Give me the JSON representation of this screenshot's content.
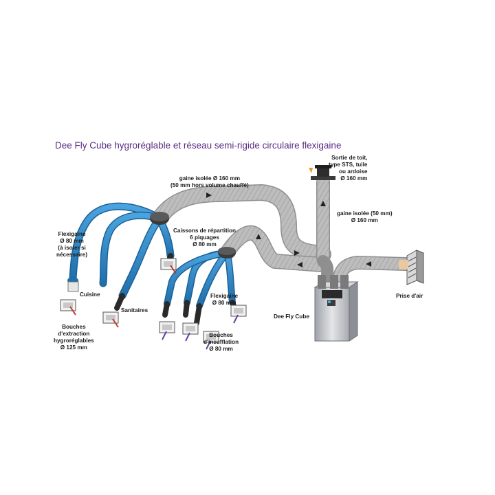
{
  "title": "Dee Fly Cube hygroréglable et réseau semi-rigide circulaire flexigaine",
  "labels": {
    "gaine_main": "gaine isolée Ø 160 mm\n(50 mm hors volume chauffé)",
    "sortie_toit": "Sortie de toit,\ntype STS, tuile\nou ardoise\nØ 160 mm",
    "gaine_vertical": "gaine isolée (50 mm)\nØ 160 mm",
    "flexigaine_left": "Flexigaine\nØ 80 mm\n(à isoler si\nnécessaire)",
    "caissons": "Caissons de répartition\n6 piquages\nØ 80 mm",
    "cuisine": "Cuisine",
    "sanitaires": "Sanitaires",
    "bouches_extraction": "Bouches\nd'extraction\nhygroréglables\nØ 125 mm",
    "flexigaine_right": "Flexigaine\nØ 80 mm",
    "bouches_insufflation": "Bouches\nd'insufflation\nØ 80 mm",
    "dee_fly_cube": "Dee Fly Cube",
    "prise_air": "Prise d'air"
  },
  "colors": {
    "title": "#5b2c83",
    "blue_duct": "#2f86c4",
    "grey_duct": "#b9b9b9",
    "unit": "#c9ccd1",
    "arrow_extract": "#c0392b",
    "arrow_supply": "#6b3fa0"
  }
}
